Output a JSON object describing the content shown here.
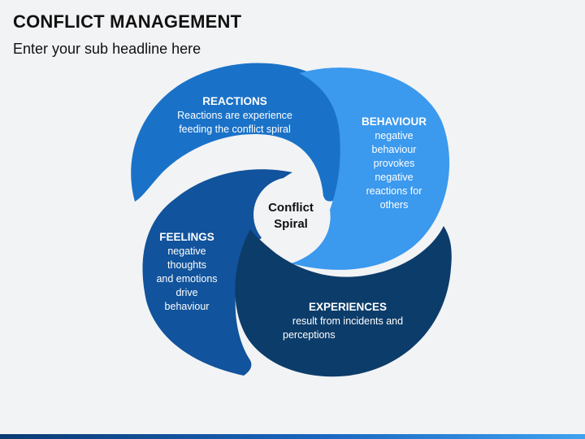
{
  "header": {
    "title": "CONFLICT MANAGEMENT",
    "subtitle": "Enter your sub headline here"
  },
  "center": {
    "line1": "Conflict",
    "line2": "Spiral"
  },
  "segments": [
    {
      "id": "reactions",
      "heading": "REACTIONS",
      "lines": [
        "Reactions are experience",
        "feeding the conflict spiral"
      ],
      "color": "#1a72c8"
    },
    {
      "id": "behaviour",
      "heading": "BEHAVIOUR",
      "lines": [
        "negative",
        "behaviour",
        "provokes",
        "negative",
        "reactions for",
        "others"
      ],
      "color": "#3b99ee"
    },
    {
      "id": "experiences",
      "heading": "EXPERIENCES",
      "lines": [
        "result from incidents and",
        "perceptions"
      ],
      "color": "#0c3c6a"
    },
    {
      "id": "feelings",
      "heading": "FEELINGS",
      "lines": [
        "negative",
        "thoughts",
        "and emotions",
        "drive",
        "behaviour"
      ],
      "color": "#11539c"
    }
  ]
}
